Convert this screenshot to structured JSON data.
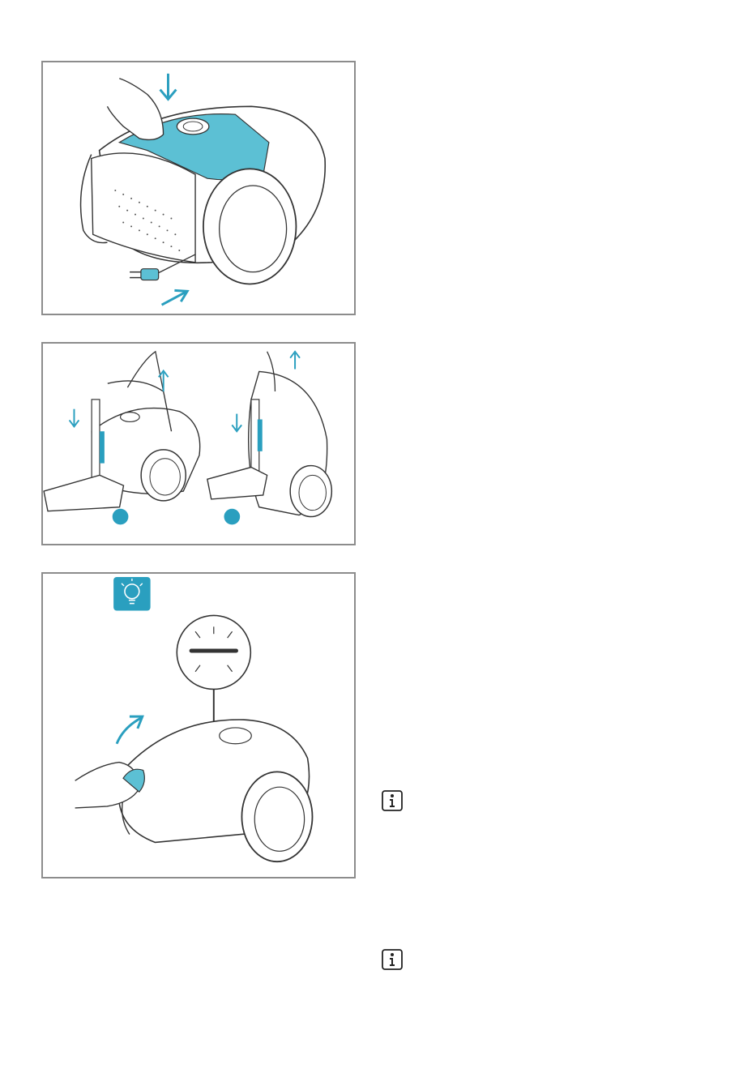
{
  "figures": [
    {
      "id": "fig-cord-and-lid",
      "icons": [
        "hand-icon",
        "down-arrow-icon",
        "plug-icon",
        "arrow-icon"
      ]
    },
    {
      "id": "fig-carry-and-park",
      "icons": [
        "hand-icon",
        "up-arrow-icon",
        "down-arrow-icon",
        "step-marker-icon"
      ]
    },
    {
      "id": "fig-dust-indicator",
      "icons": [
        "tip-bulb-icon",
        "indicator-icon",
        "hand-icon",
        "arrow-icon"
      ]
    }
  ],
  "notes": [
    {
      "icon": "info-icon"
    },
    {
      "icon": "info-icon"
    }
  ],
  "colors": {
    "accent": "#2a9fbf",
    "accent_fill": "#5cc0d4",
    "line": "#333333",
    "frame": "#8c8c8c"
  }
}
